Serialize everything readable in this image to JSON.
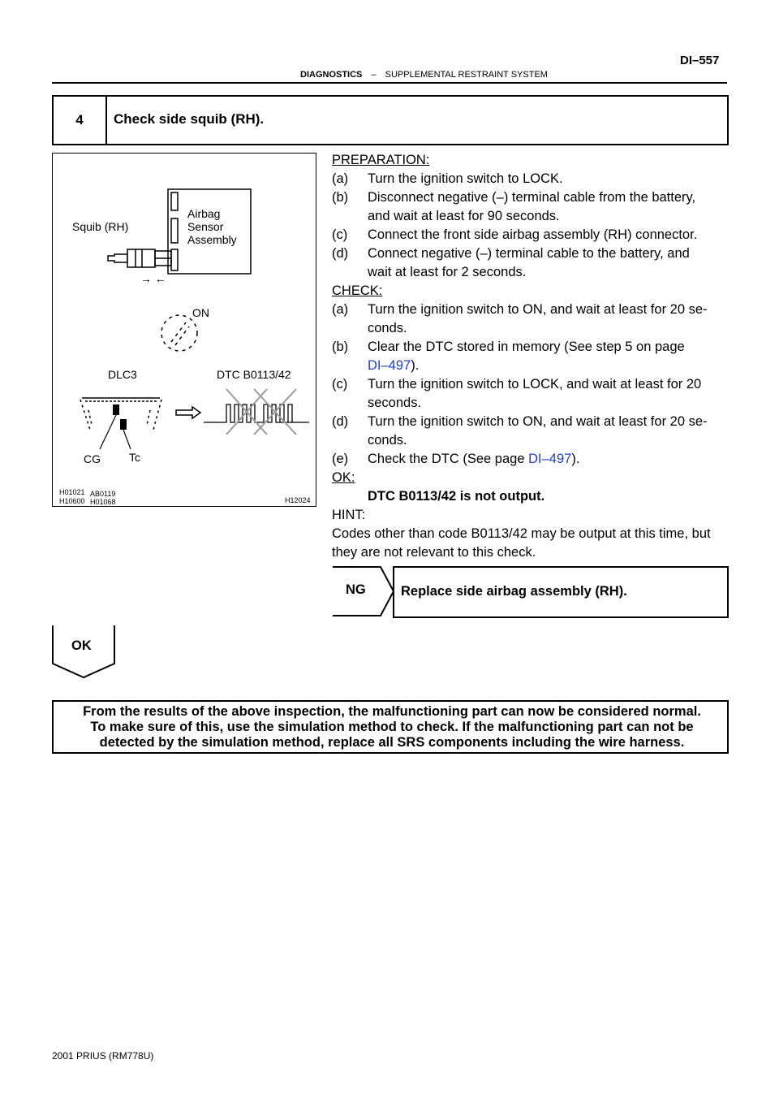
{
  "header": {
    "section": "DIAGNOSTICS",
    "dash": "–",
    "subsection": "SUPPLEMENTAL RESTRAINT SYSTEM",
    "page_number": "DI–557"
  },
  "step": {
    "number": "4",
    "title": "Check side squib (RH)."
  },
  "figure": {
    "squib_label": "Squib (RH)",
    "sensor_label_1": "Airbag",
    "sensor_label_2": "Sensor",
    "sensor_label_3": "Assembly",
    "arrows": "→ ←",
    "on_label": "ON",
    "dlc3_label": "DLC3",
    "dtc_label": "DTC B0113/42",
    "cg_label": "CG",
    "tc_label": "Tc",
    "code_1": "H01021",
    "code_2": "H10600",
    "code_3": "AB0119",
    "code_4": "H01068",
    "code_5": "H12024"
  },
  "preparation": {
    "heading": "PREPARATION:",
    "items": [
      {
        "key": "(a)",
        "text": "Turn the ignition switch to LOCK."
      },
      {
        "key": "(b)",
        "text_1": "Disconnect negative (–) terminal cable from the battery,",
        "text_2": "and wait at least for 90 seconds."
      },
      {
        "key": "(c)",
        "text": "Connect the front side airbag assembly (RH) connector."
      },
      {
        "key": "(d)",
        "text_1": "Connect negative (–) terminal cable to the battery, and",
        "text_2": "wait at least for 2 seconds."
      }
    ]
  },
  "check": {
    "heading": "CHECK:",
    "items": [
      {
        "key": "(a)",
        "text_1": "Turn the ignition switch to ON, and wait at least for 20 se-",
        "text_2": "conds."
      },
      {
        "key": "(b)",
        "text_1": "Clear the DTC stored in memory (See step 5 on page",
        "link": "DI–497",
        "text_2": ")."
      },
      {
        "key": "(c)",
        "text_1": "Turn the ignition switch to LOCK, and wait at least for 20",
        "text_2": "seconds."
      },
      {
        "key": "(d)",
        "text_1": "Turn the ignition switch to ON, and wait at least for 20 se-",
        "text_2": "conds."
      },
      {
        "key": "(e)",
        "text_1": "Check the DTC (See page ",
        "link": "DI–497",
        "text_2": ")."
      }
    ]
  },
  "ok": {
    "heading": "OK:",
    "text": "DTC B0113/42 is not output."
  },
  "hint": {
    "heading": "HINT:",
    "text_1": "Codes other than code B0113/42 may be output at this time, but",
    "text_2": "they are not relevant to this check."
  },
  "ng": {
    "tag": "NG",
    "action": "Replace side airbag assembly (RH)."
  },
  "ok_tag": "OK",
  "result": {
    "line_1": "From the results of the above inspection, the malfunctioning part can now be considered normal.",
    "line_2": "To make sure of this, use the simulation method to check. If the malfunctioning part can not be",
    "line_3": "detected by the simulation method, replace all SRS components including the wire harness."
  },
  "footer": "2001 PRIUS   (RM778U)"
}
